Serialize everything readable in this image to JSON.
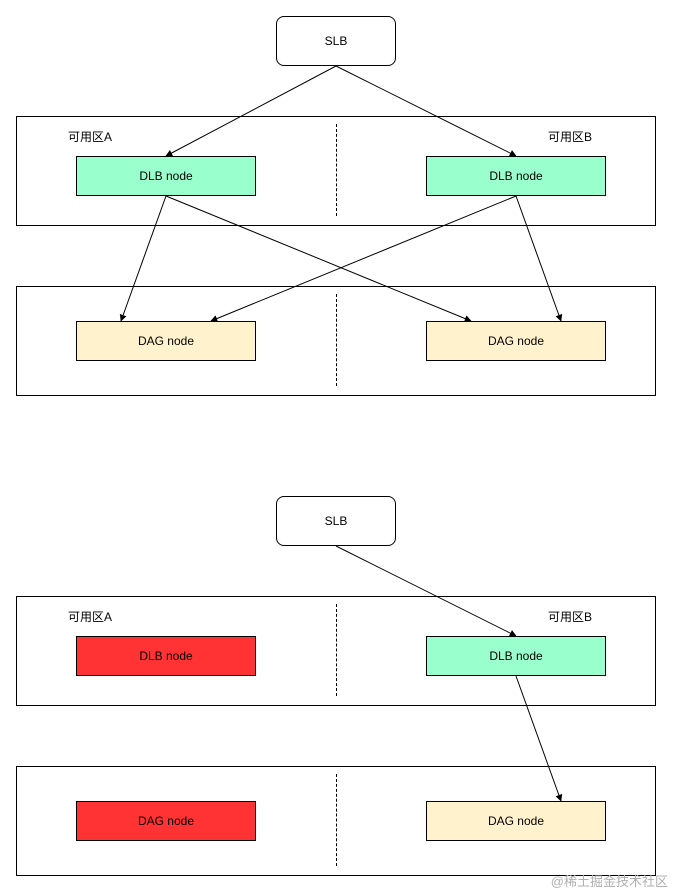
{
  "colors": {
    "dlb_ok": "#99ffcc",
    "dag_ok": "#fff2cc",
    "failed": "#ff3333",
    "line": "#000000"
  },
  "diagrams": [
    {
      "slb": "SLB",
      "zone_a_label": "可用区A",
      "zone_b_label": "可用区B",
      "dlb_a": {
        "label": "DLB node",
        "state": "ok"
      },
      "dlb_b": {
        "label": "DLB node",
        "state": "ok"
      },
      "dag_a": {
        "label": "DAG node",
        "state": "ok"
      },
      "dag_b": {
        "label": "DAG node",
        "state": "ok"
      }
    },
    {
      "slb": "SLB",
      "zone_a_label": "可用区A",
      "zone_b_label": "可用区B",
      "dlb_a": {
        "label": "DLB node",
        "state": "failed"
      },
      "dlb_b": {
        "label": "DLB node",
        "state": "ok"
      },
      "dag_a": {
        "label": "DAG node",
        "state": "failed"
      },
      "dag_b": {
        "label": "DAG node",
        "state": "ok"
      }
    }
  ],
  "watermark": "@稀土掘金技术社区"
}
